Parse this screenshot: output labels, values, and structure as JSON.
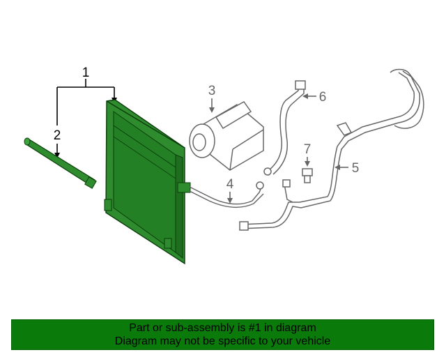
{
  "callouts": {
    "c1": "1",
    "c2": "2",
    "c3": "3",
    "c4": "4",
    "c5": "5",
    "c6": "6",
    "c7": "7"
  },
  "banner": {
    "line1": "Part or sub-assembly is #1 in diagram",
    "line2": "Diagram may not be specific to your vehicle"
  },
  "colors": {
    "highlight_part": "#2e8b2e",
    "banner_bg": "#0a7a0a",
    "other_parts": "#666666"
  }
}
